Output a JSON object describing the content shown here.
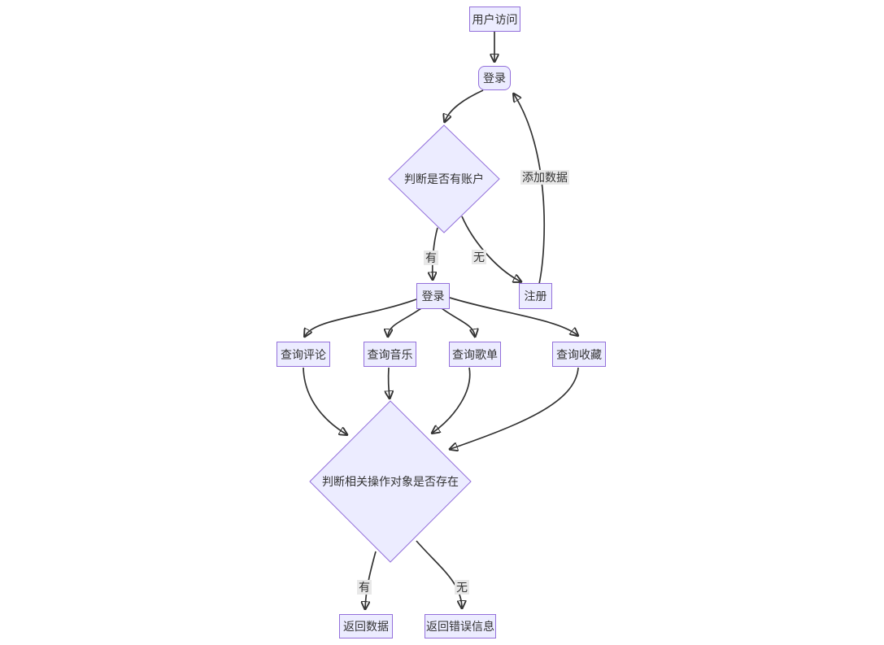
{
  "diagram": {
    "type": "flowchart",
    "nodes": {
      "user_visit": "用户访问",
      "login_top": "登录",
      "check_account": "判断是否有账户",
      "login": "登录",
      "register": "注册",
      "query_comment": "查询评论",
      "query_music": "查询音乐",
      "query_playlist": "查询歌单",
      "query_favorite": "查询收藏",
      "check_object": "判断相关操作对象是否存在",
      "return_data": "返回数据",
      "return_error": "返回错误信息"
    },
    "edge_labels": {
      "has_account": "有",
      "no_account": "无",
      "add_data": "添加数据",
      "object_exists": "有",
      "object_missing": "无"
    },
    "colors": {
      "node_fill": "#ECECFF",
      "node_border": "#9370DB",
      "edge": "#333333",
      "edge_label_bg": "#e8e8e8",
      "text": "#333333",
      "background": "#ffffff"
    }
  }
}
